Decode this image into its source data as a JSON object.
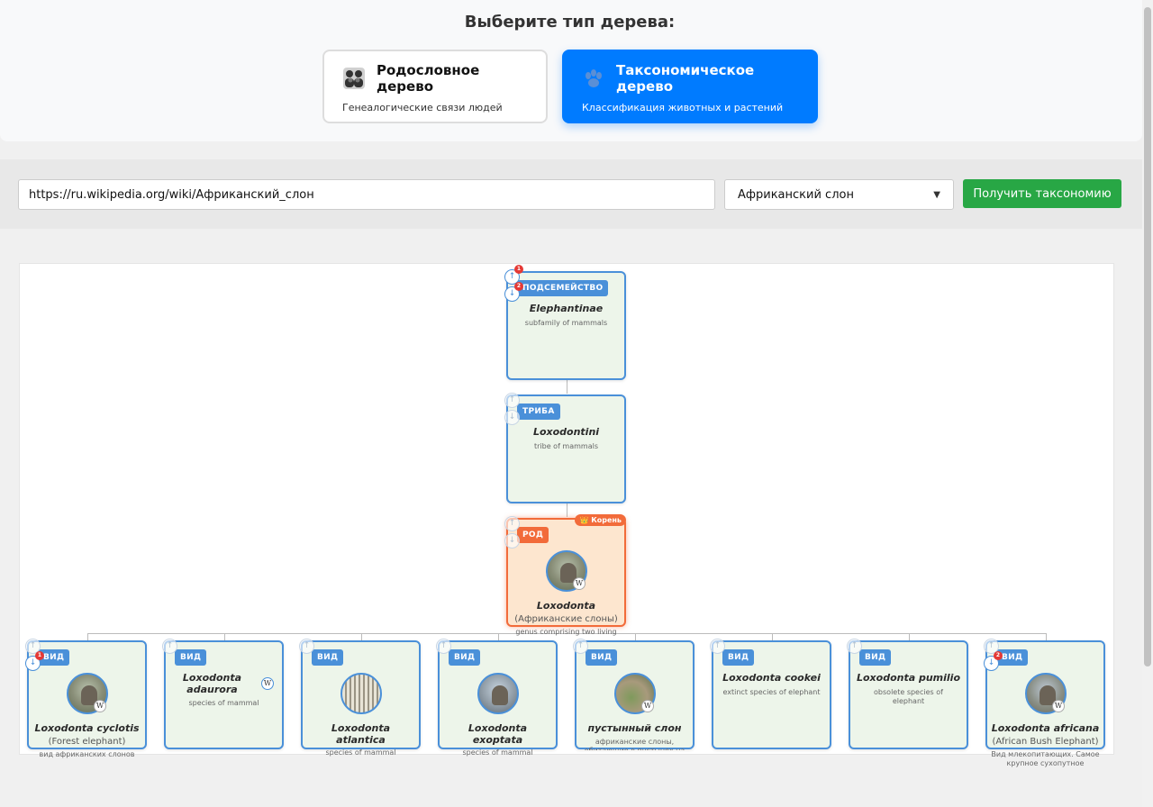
{
  "header": {
    "title": "Выберите тип дерева:",
    "cards": [
      {
        "icon": "family-icon",
        "name": "Родословное дерево",
        "desc": "Генеалогические связи людей"
      },
      {
        "icon": "paw-icon",
        "name": "Таксономическое дерево",
        "desc": "Классификация животных и растений"
      }
    ]
  },
  "form": {
    "url_value": "https://ru.wikipedia.org/wiki/Африканский_слон",
    "select_value": "Африканский слон",
    "submit_label": "Получить таксономию"
  },
  "tree": {
    "root_label": "👑 Корень",
    "nodes": [
      {
        "rank": "ПОДСЕМЕЙСТВО",
        "name": "Elephantinae",
        "desc": "subfamily of mammals",
        "up_count": "1",
        "down_count": "2"
      },
      {
        "rank": "ТРИБА",
        "name": "Loxodontini",
        "desc": "tribe of mammals"
      },
      {
        "rank": "РОД",
        "name": "Loxodonta",
        "common": "(Африканские слоны)",
        "desc": "genus comprising two living elephant species"
      }
    ],
    "children": [
      {
        "rank": "ВИД",
        "name": "Loxodonta cyclotis",
        "common": "(Forest elephant)",
        "desc": "вид африканских слонов",
        "up_count": "1",
        "image": true
      },
      {
        "rank": "ВИД",
        "name": "Loxodonta adaurora",
        "desc": "species of mammal",
        "image": false
      },
      {
        "rank": "ВИД",
        "name": "Loxodonta atlantica",
        "desc": "species of mammal",
        "image": true
      },
      {
        "rank": "ВИД",
        "name": "Loxodonta exoptata",
        "desc": "species of mammal",
        "image": true
      },
      {
        "rank": "ВИД",
        "name": "пустынный слон",
        "desc": "африканские слоны, обитающие в пустынях на",
        "image": true
      },
      {
        "rank": "ВИД",
        "name": "Loxodonta cookei",
        "desc": "extinct species of elephant",
        "image": false
      },
      {
        "rank": "ВИД",
        "name": "Loxodonta pumilio",
        "desc": "obsolete species of elephant",
        "image": false
      },
      {
        "rank": "ВИД",
        "name": "Loxodonta africana",
        "common": "(African Bush Elephant)",
        "desc": "Вид млекопитающих. Самое крупное сухопутное",
        "up_count": "2",
        "image": true
      }
    ],
    "nav": {
      "up": "↑",
      "down": "↓",
      "wiki": "W"
    }
  }
}
